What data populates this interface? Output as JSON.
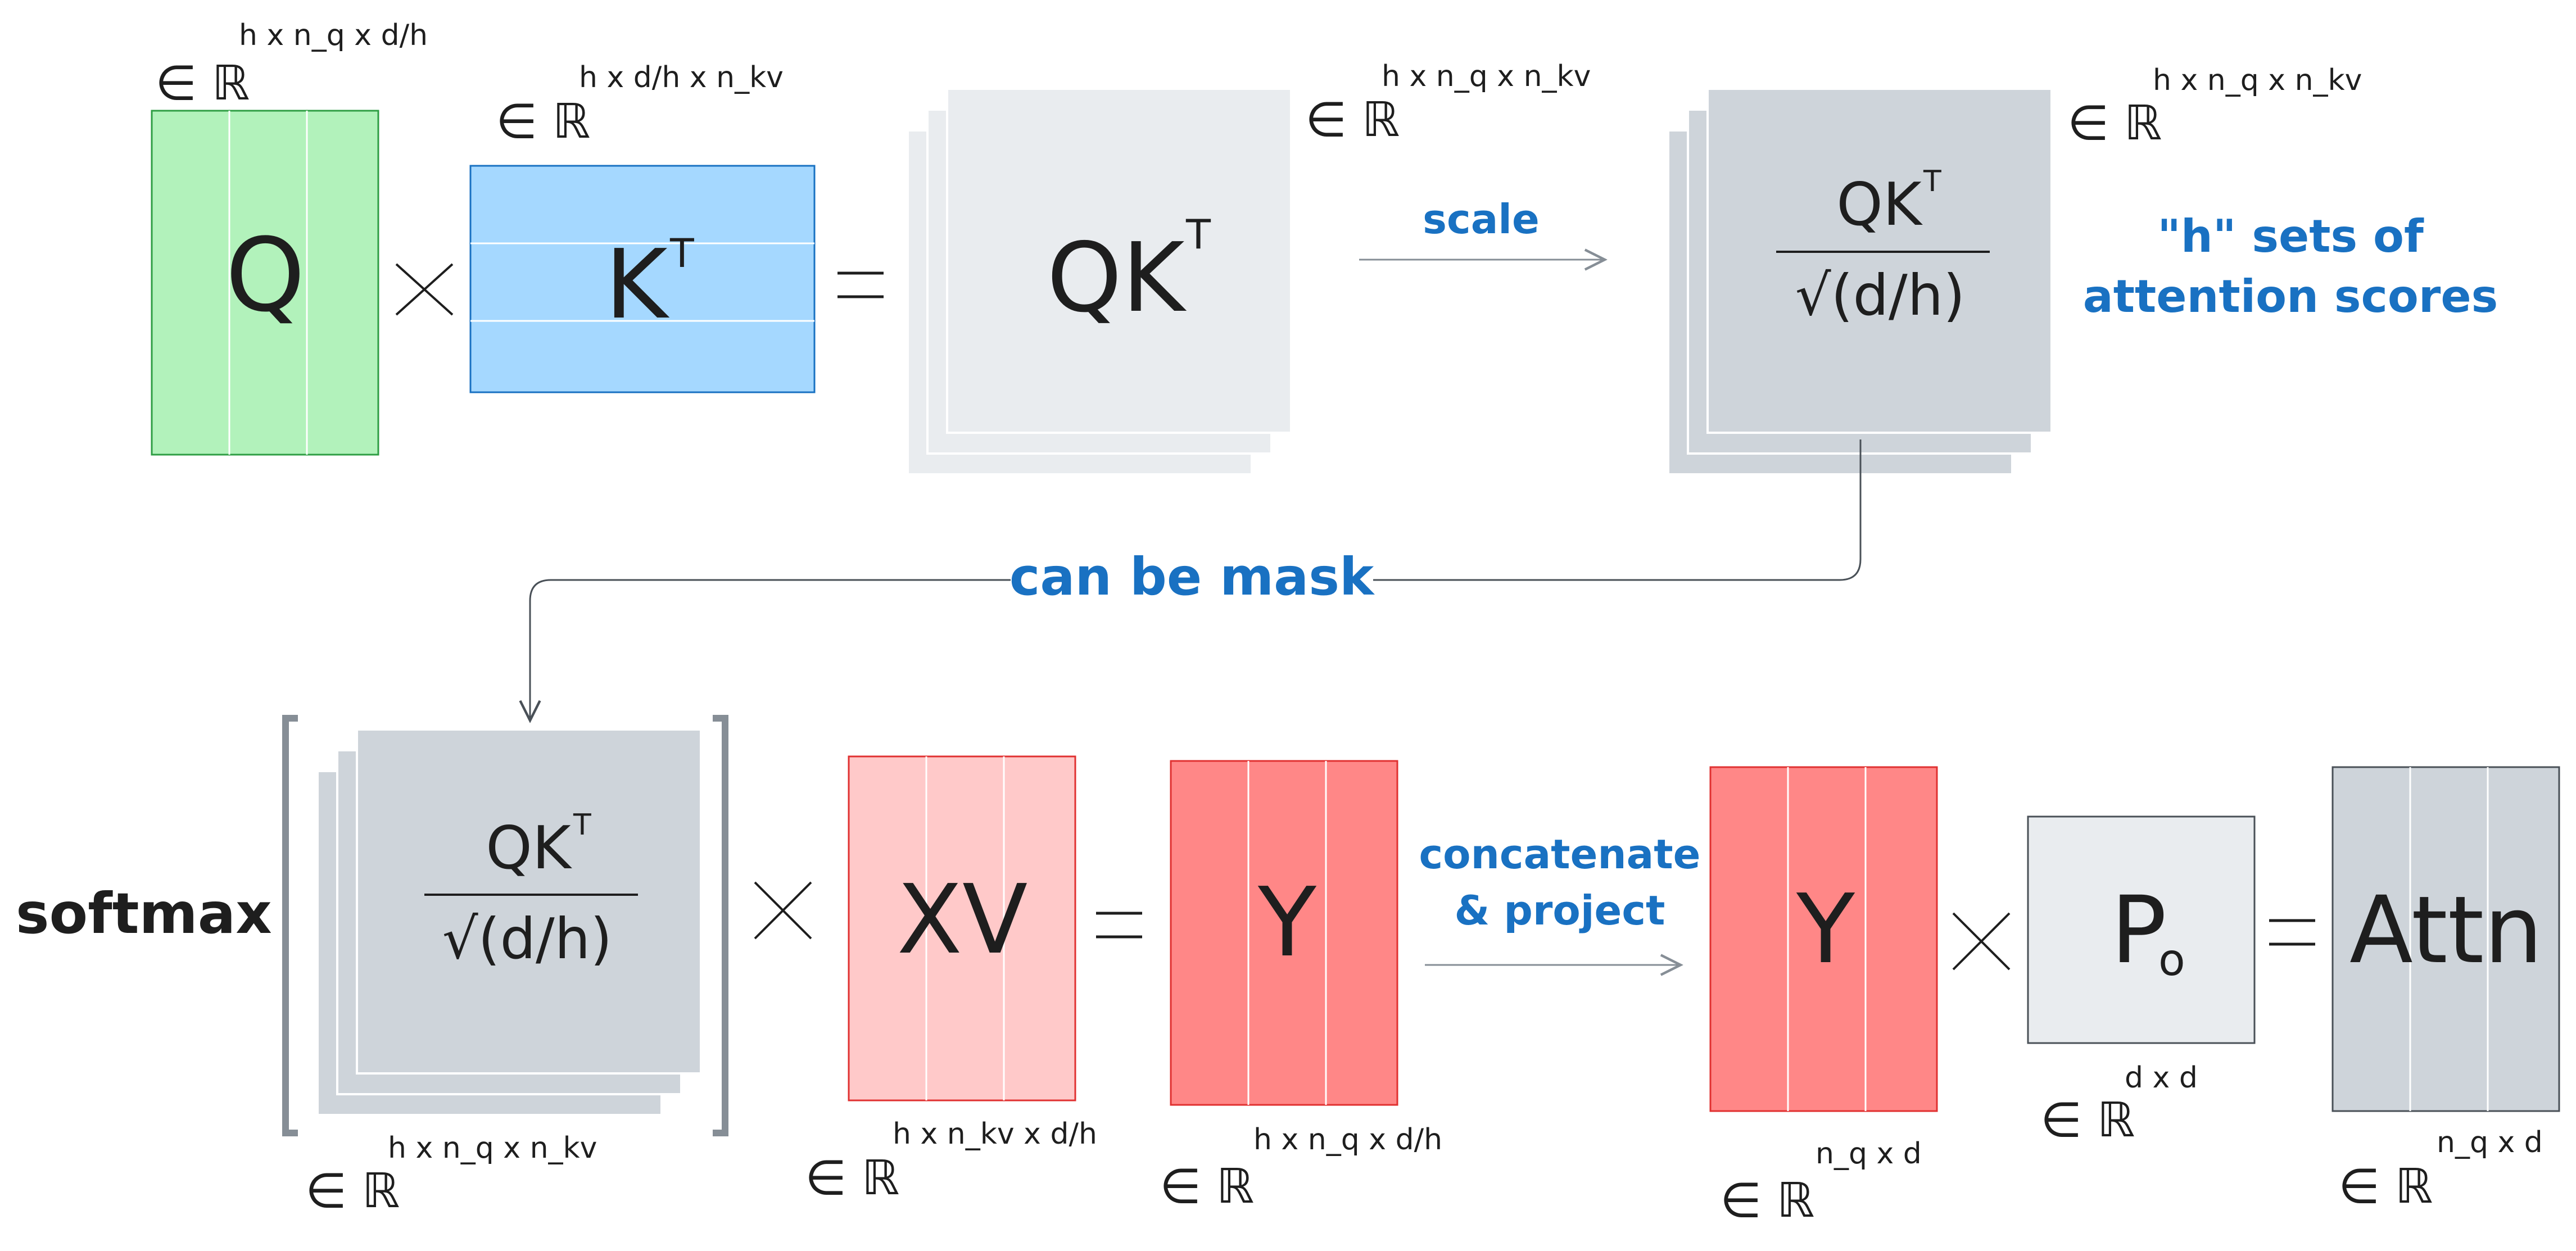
{
  "colors": {
    "q_fill": "#b2f2bb",
    "q_stroke": "#2f9e44",
    "k_fill": "#a5d8ff",
    "k_stroke": "#1971c2",
    "light_gray": "#e9ecef",
    "mid_gray": "#ced4da",
    "gray_stroke": "#868e96",
    "xv_fill": "#ffc9c9",
    "red_stroke": "#e03131",
    "y_fill": "#ff8787",
    "annotation_blue": "#1971c2",
    "text": "#1e1e1e"
  },
  "symbols": {
    "element_of": "∈ ℝ",
    "times": "×",
    "equals": "=",
    "frac_bar_top": "QK",
    "frac_bar_bottom": "√(d/h)",
    "transpose": "T"
  },
  "matrices": {
    "q": {
      "label": "Q",
      "shape": "h x n_q x d/h"
    },
    "k": {
      "label": "K",
      "sup": "T",
      "shape": "h x d/h x n_kv"
    },
    "qk": {
      "label": "QK",
      "sup": "T",
      "shape": "h x n_q x n_kv"
    },
    "scaled": {
      "shape": "h x n_q x n_kv"
    },
    "softmax_in": {
      "shape": "h x n_q x n_kv"
    },
    "xv": {
      "label": "XV",
      "shape": "h x n_kv x d/h"
    },
    "y1": {
      "label": "Y",
      "shape": "h x n_q x d/h"
    },
    "y2": {
      "label": "Y",
      "shape": "n_q x d"
    },
    "p": {
      "label": "P",
      "sub": "o",
      "shape": "d x d"
    },
    "attn": {
      "label": "Attn",
      "shape": "n_q x d"
    }
  },
  "annotations": {
    "scale": "scale",
    "h_sets_line1": "\"h\" sets of",
    "h_sets_line2": "attention scores",
    "mask": "can be mask",
    "softmax": "softmax",
    "concat_line1": "concatenate",
    "concat_line2": "& project"
  }
}
